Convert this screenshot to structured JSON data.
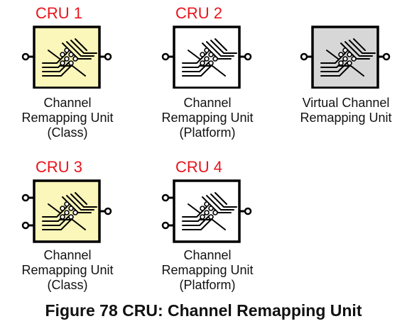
{
  "blocks": [
    {
      "tag": "CRU 1",
      "lines": [
        "Channel",
        "Remapping Unit",
        "(Class)"
      ],
      "fill": "#fbf6b9",
      "inputs": 1
    },
    {
      "tag": "CRU 2",
      "lines": [
        "Channel",
        "Remapping Unit",
        "(Platform)"
      ],
      "fill": "#ffffff",
      "inputs": 1
    },
    {
      "tag": "",
      "lines": [
        "Virtual Channel",
        "Remapping Unit"
      ],
      "fill": "#d7d7d7",
      "inputs": 1
    },
    {
      "tag": "CRU 3",
      "lines": [
        "Channel",
        "Remapping Unit",
        "(Class)"
      ],
      "fill": "#fbf6b9",
      "inputs": 2
    },
    {
      "tag": "CRU 4",
      "lines": [
        "Channel",
        "Remapping Unit",
        "(Platform)"
      ],
      "fill": "#ffffff",
      "inputs": 2
    }
  ],
  "caption": "Figure 78 CRU: Channel Remapping Unit",
  "colors": {
    "tag": "#e8131b",
    "stroke": "#000000"
  }
}
